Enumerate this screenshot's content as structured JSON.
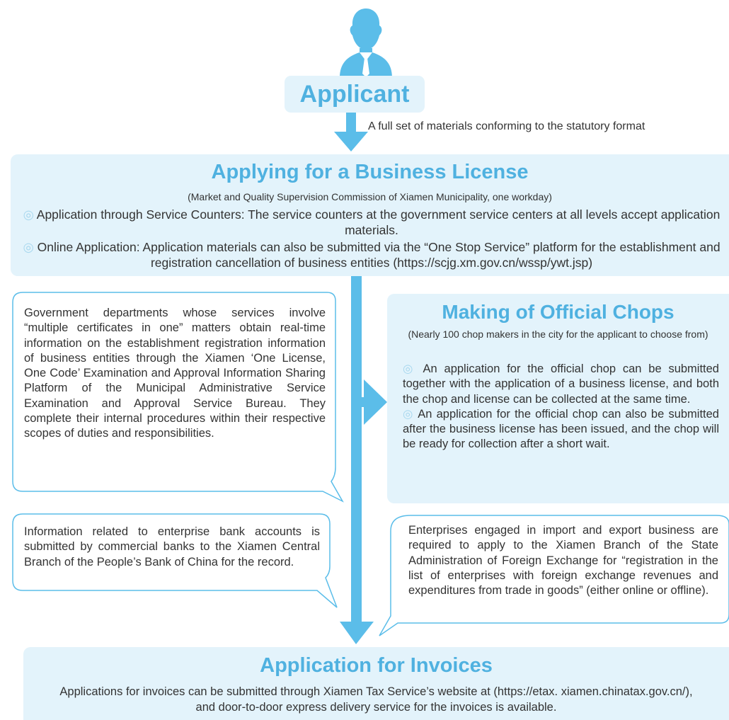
{
  "applicant": {
    "label": "Applicant",
    "materials_note": "A full set of materials conforming to the statutory format"
  },
  "business_license": {
    "title": "Applying for a Business License",
    "subtitle": "(Market and Quality Supervision Commission of Xiamen Municipality, one workday)",
    "items": [
      "Application through Service Counters: The service counters at the government service centers at all levels accept application materials.",
      "Online Application: Application materials can also be submitted via the “One Stop Service” platform for the establishment and registration cancellation of business entities (https://scjg.xm.gov.cn/wssp/ywt.jsp)"
    ]
  },
  "government_bubble": {
    "text": "Government departments whose services involve “multiple certificates in one” matters obtain real-time information on the establishment registration information of business entities through the Xiamen ‘One License, One Code’ Examination and Approval Information Sharing Platform of the Municipal Administrative Service Examination and Approval Service Bureau. They complete their internal procedures within their respective scopes of duties and responsibilities."
  },
  "official_chops": {
    "title": "Making of Official Chops",
    "subtitle": "(Nearly 100 chop makers in the city for the applicant to choose from)",
    "items": [
      "An application for the official chop can be submitted together with the application of a business license, and both the chop and license can be collected at the same time.",
      "An application for the official chop can also be submitted after the business license has been issued, and the chop will be ready for collection after a short wait."
    ]
  },
  "bank_bubble": {
    "text": "Information related to enterprise bank accounts is submitted by commercial banks to the Xiamen Central Branch of the People’s Bank of China for the record."
  },
  "forex_bubble": {
    "text": "Enterprises engaged in import and export business are required to apply to the Xiamen Branch of the State Administration of Foreign Exchange for “registration in the list of enterprises with foreign exchange revenues and expenditures from trade in goods” (either online or offline)."
  },
  "invoices": {
    "title": "Application for Invoices",
    "text": "Applications for invoices can be submitted through Xiamen Tax Service’s website at (https://etax. xiamen.chinatax.gov.cn/), and door-to-door express delivery service for the invoices is available."
  },
  "colors": {
    "accent": "#4fb1e0",
    "arrow": "#5bbde9",
    "panel": "#e3f3fb",
    "bubble_stroke": "#5bbde9",
    "text": "#333333"
  },
  "icons": [
    "person-silhouette-icon",
    "down-arrow-icon",
    "right-arrow-icon",
    "bullet-ring-icon"
  ]
}
